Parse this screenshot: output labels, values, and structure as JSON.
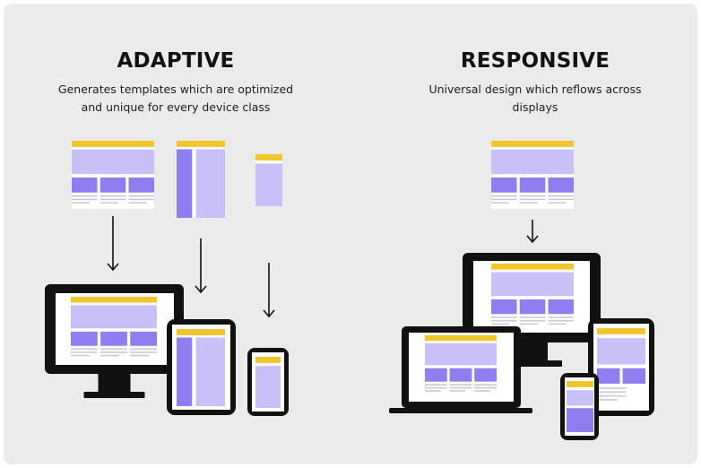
{
  "adaptive": {
    "title": "ADAPTIVE",
    "subtitle_lines": [
      "Generates templates which are optimized",
      "and unique for every device class"
    ]
  },
  "responsive": {
    "title": "RESPONSIVE",
    "subtitle_lines": [
      "Universal design which reflows across",
      "displays"
    ]
  },
  "colors": {
    "background": "#ebebeb",
    "header_yellow": "#f2c52c",
    "light_purple": "#c8c0f6",
    "purple": "#8f7ef0",
    "gray_lines": "#c9c9d6",
    "device_black": "#111111"
  }
}
